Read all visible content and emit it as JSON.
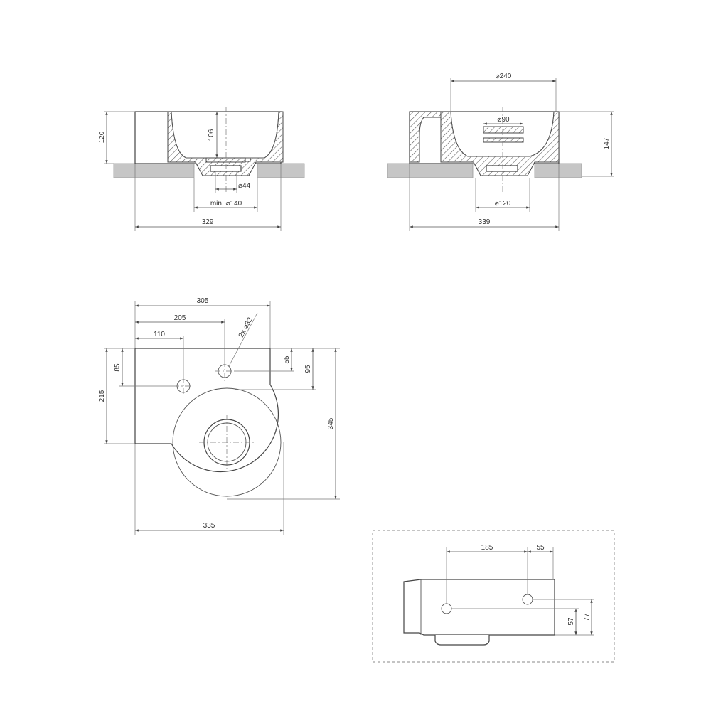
{
  "front_view": {
    "height_total": "120",
    "bowl_depth": "106",
    "waste_diameter": "⌀44",
    "cutout_min": "min. ⌀140",
    "width": "329"
  },
  "side_view": {
    "bowl_diameter": "⌀240",
    "overflow_diameter": "⌀90",
    "height_total": "147",
    "waste_diameter": "⌀120",
    "width": "339"
  },
  "top_view": {
    "width_top": "305",
    "tap_hole_offset": "205",
    "left_hole_offset": "110",
    "tap_hole_diameter": "2x ⌀32",
    "left_depth": "85",
    "left_height": "215",
    "right_hole_depth": "55",
    "right_depth": "95",
    "depth_total": "345",
    "width_total": "335"
  },
  "detail_view": {
    "hole_spacing": "185",
    "hole_edge_offset": "55",
    "hole_height_a": "57",
    "hole_height_b": "77"
  }
}
